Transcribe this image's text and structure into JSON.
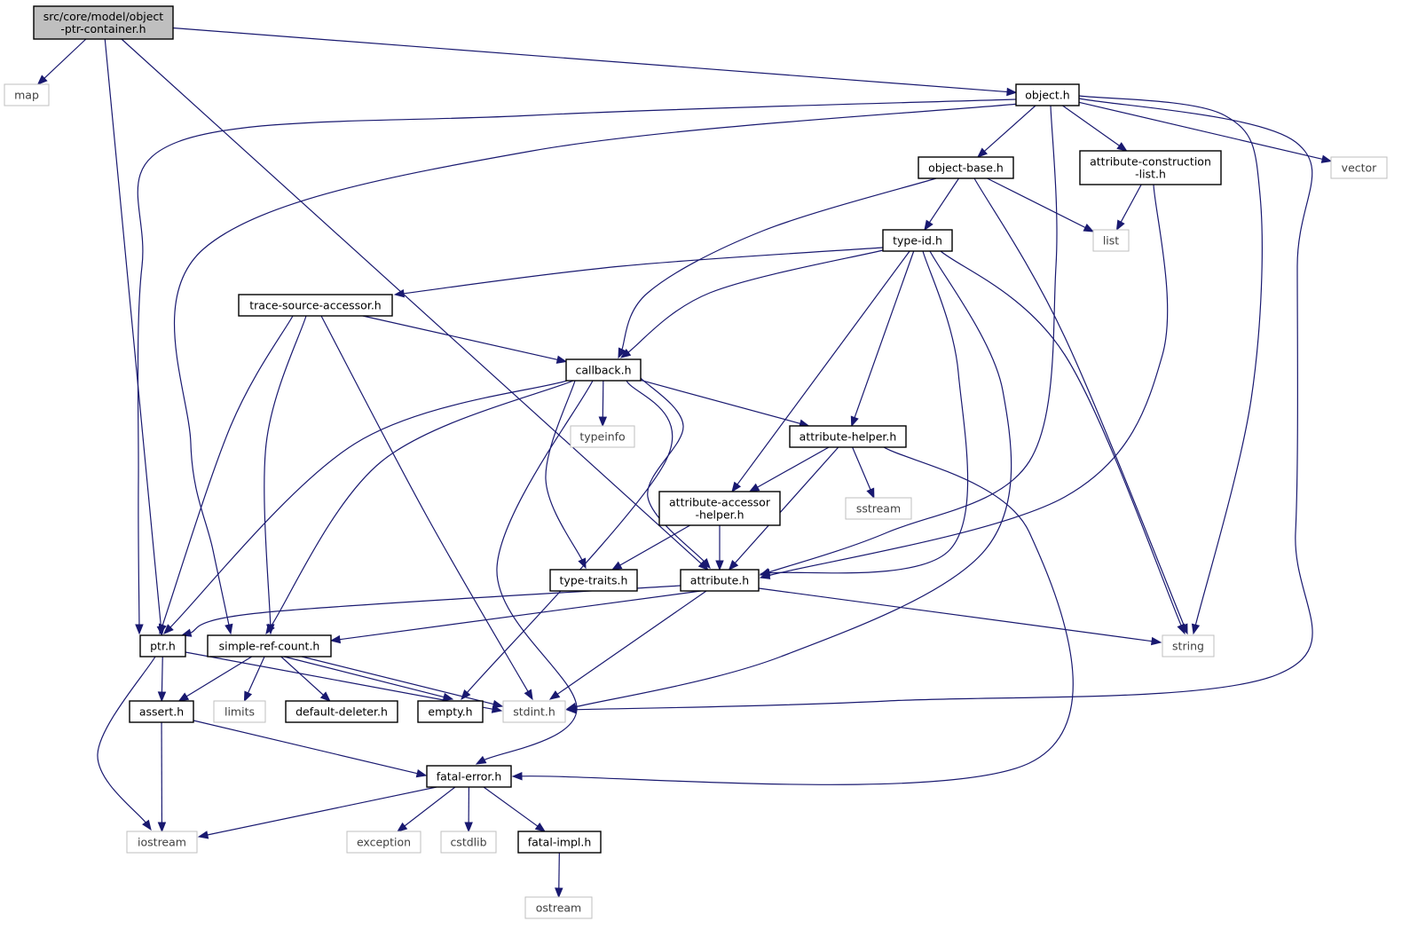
{
  "colors": {
    "edge": "#191970",
    "main_fill": "#bfbfbf",
    "local_border": "#000000",
    "system_border": "#bfbfbf",
    "background": "#ffffff"
  },
  "nodes": {
    "main": {
      "lines": [
        "src/core/model/object",
        "-ptr-container.h"
      ],
      "kind": "main"
    },
    "map": {
      "lines": [
        "map"
      ],
      "kind": "system"
    },
    "object_h": {
      "lines": [
        "object.h"
      ],
      "kind": "local"
    },
    "object_base": {
      "lines": [
        "object-base.h"
      ],
      "kind": "local"
    },
    "attr_construction": {
      "lines": [
        "attribute-construction",
        "-list.h"
      ],
      "kind": "local"
    },
    "vector": {
      "lines": [
        "vector"
      ],
      "kind": "system"
    },
    "type_id": {
      "lines": [
        "type-id.h"
      ],
      "kind": "local"
    },
    "list": {
      "lines": [
        "list"
      ],
      "kind": "system"
    },
    "trace_source": {
      "lines": [
        "trace-source-accessor.h"
      ],
      "kind": "local"
    },
    "callback": {
      "lines": [
        "callback.h"
      ],
      "kind": "local"
    },
    "typeinfo": {
      "lines": [
        "typeinfo"
      ],
      "kind": "system"
    },
    "attr_helper": {
      "lines": [
        "attribute-helper.h"
      ],
      "kind": "local"
    },
    "attr_accessor": {
      "lines": [
        "attribute-accessor",
        "-helper.h"
      ],
      "kind": "local"
    },
    "sstream": {
      "lines": [
        "sstream"
      ],
      "kind": "system"
    },
    "type_traits": {
      "lines": [
        "type-traits.h"
      ],
      "kind": "local"
    },
    "attribute_h": {
      "lines": [
        "attribute.h"
      ],
      "kind": "local"
    },
    "ptr_h": {
      "lines": [
        "ptr.h"
      ],
      "kind": "local"
    },
    "simple_ref": {
      "lines": [
        "simple-ref-count.h"
      ],
      "kind": "local"
    },
    "string": {
      "lines": [
        "string"
      ],
      "kind": "system"
    },
    "assert_h": {
      "lines": [
        "assert.h"
      ],
      "kind": "local"
    },
    "limits": {
      "lines": [
        "limits"
      ],
      "kind": "system"
    },
    "default_deleter": {
      "lines": [
        "default-deleter.h"
      ],
      "kind": "local"
    },
    "empty_h": {
      "lines": [
        "empty.h"
      ],
      "kind": "local"
    },
    "stdint": {
      "lines": [
        "stdint.h"
      ],
      "kind": "system"
    },
    "fatal_error": {
      "lines": [
        "fatal-error.h"
      ],
      "kind": "local"
    },
    "iostream": {
      "lines": [
        "iostream"
      ],
      "kind": "system"
    },
    "exception": {
      "lines": [
        "exception"
      ],
      "kind": "system"
    },
    "cstdlib": {
      "lines": [
        "cstdlib"
      ],
      "kind": "system"
    },
    "fatal_impl": {
      "lines": [
        "fatal-impl.h"
      ],
      "kind": "local"
    },
    "ostream": {
      "lines": [
        "ostream"
      ],
      "kind": "system"
    }
  },
  "edges": [
    [
      "main",
      "map"
    ],
    [
      "main",
      "object_h"
    ],
    [
      "main",
      "ptr_h"
    ],
    [
      "main",
      "attribute_h"
    ],
    [
      "object_h",
      "object_base"
    ],
    [
      "object_h",
      "attr_construction"
    ],
    [
      "object_h",
      "vector"
    ],
    [
      "object_h",
      "ptr_h"
    ],
    [
      "object_h",
      "simple_ref"
    ],
    [
      "object_h",
      "attribute_h"
    ],
    [
      "object_h",
      "string"
    ],
    [
      "object_h",
      "stdint"
    ],
    [
      "object_base",
      "type_id"
    ],
    [
      "object_base",
      "list"
    ],
    [
      "object_base",
      "callback"
    ],
    [
      "object_base",
      "string"
    ],
    [
      "attr_construction",
      "list"
    ],
    [
      "attr_construction",
      "attribute_h"
    ],
    [
      "type_id",
      "trace_source"
    ],
    [
      "type_id",
      "callback"
    ],
    [
      "type_id",
      "attr_helper"
    ],
    [
      "type_id",
      "attr_accessor"
    ],
    [
      "type_id",
      "attribute_h"
    ],
    [
      "type_id",
      "string"
    ],
    [
      "type_id",
      "stdint"
    ],
    [
      "trace_source",
      "callback"
    ],
    [
      "trace_source",
      "ptr_h"
    ],
    [
      "trace_source",
      "simple_ref"
    ],
    [
      "trace_source",
      "stdint"
    ],
    [
      "callback",
      "typeinfo"
    ],
    [
      "callback",
      "attr_helper"
    ],
    [
      "callback",
      "type_traits"
    ],
    [
      "callback",
      "attribute_h"
    ],
    [
      "callback",
      "ptr_h"
    ],
    [
      "callback",
      "simple_ref"
    ],
    [
      "callback",
      "empty_h"
    ],
    [
      "callback",
      "fatal_error"
    ],
    [
      "attr_helper",
      "sstream"
    ],
    [
      "attr_helper",
      "attr_accessor"
    ],
    [
      "attr_helper",
      "attribute_h"
    ],
    [
      "attr_helper",
      "fatal_error"
    ],
    [
      "attr_accessor",
      "type_traits"
    ],
    [
      "attr_accessor",
      "attribute_h"
    ],
    [
      "attribute_h",
      "ptr_h"
    ],
    [
      "attribute_h",
      "simple_ref"
    ],
    [
      "attribute_h",
      "string"
    ],
    [
      "attribute_h",
      "stdint"
    ],
    [
      "ptr_h",
      "assert_h"
    ],
    [
      "ptr_h",
      "iostream"
    ],
    [
      "ptr_h",
      "stdint"
    ],
    [
      "simple_ref",
      "assert_h"
    ],
    [
      "simple_ref",
      "limits"
    ],
    [
      "simple_ref",
      "default_deleter"
    ],
    [
      "simple_ref",
      "empty_h"
    ],
    [
      "simple_ref",
      "stdint"
    ],
    [
      "assert_h",
      "iostream"
    ],
    [
      "assert_h",
      "fatal_error"
    ],
    [
      "fatal_error",
      "iostream"
    ],
    [
      "fatal_error",
      "exception"
    ],
    [
      "fatal_error",
      "cstdlib"
    ],
    [
      "fatal_error",
      "fatal_impl"
    ],
    [
      "fatal_impl",
      "ostream"
    ]
  ]
}
